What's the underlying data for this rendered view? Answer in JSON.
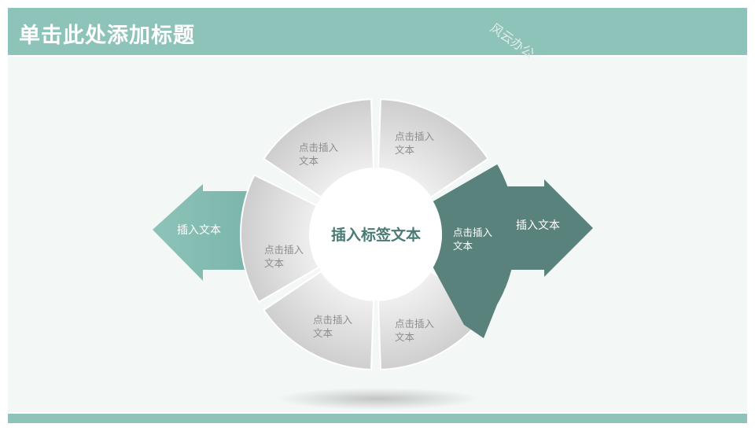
{
  "title": "单击此处添加标题",
  "center_label": "插入标签文本",
  "left_arrow_label": "插入文本",
  "right_arrow_label": "插入文本",
  "segments": [
    {
      "line1": "点击插入",
      "line2": "文本"
    },
    {
      "line1": "点击插入",
      "line2": "文本"
    },
    {
      "line1": "点击插入",
      "line2": "文本"
    },
    {
      "line1": "点击插入",
      "line2": "文本"
    },
    {
      "line1": "点击插入",
      "line2": "文本"
    },
    {
      "line1": "点击插入",
      "line2": "文本"
    }
  ],
  "watermark": "风云办公",
  "colors": {
    "accent": "#8ec3b9",
    "highlight": "#5a827c",
    "segment": "#d6d6d6"
  }
}
